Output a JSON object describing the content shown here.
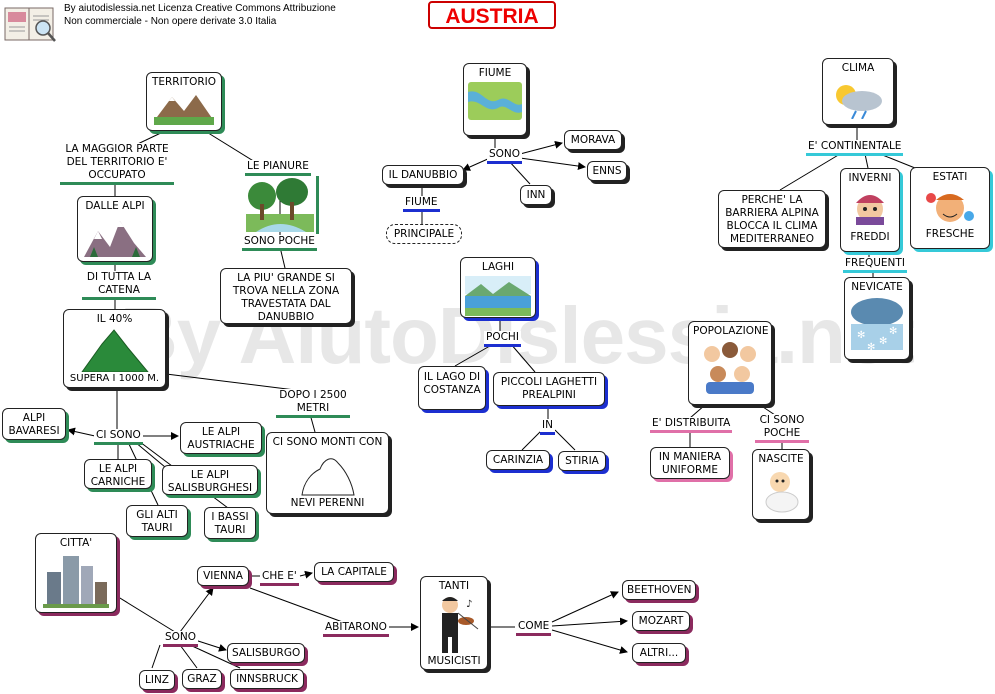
{
  "header": {
    "title": "AUSTRIA",
    "credit_line1": "By aiutodislessia.net Licenza Creative Commons Attribuzione",
    "credit_line2": "Non commerciale - Non opere derivate 3.0 Italia"
  },
  "watermark": "By AiutoDislessia.net",
  "territorio": {
    "title": "TERRITORIO",
    "maggior_parte": "LA MAGGIOR PARTE DEL TERRITORIO E' OCCUPATO",
    "dalle_alpi": "DALLE ALPI",
    "di_tutta": "DI TUTTA LA CATENA",
    "il40": "IL 40%",
    "supera": "SUPERA I 1000 M.",
    "dopo": "DOPO I 2500 METRI",
    "monti_top": "CI SONO MONTI CON",
    "monti_bottom": "NEVI PERENNI",
    "ci_sono": "CI SONO",
    "alpi_bavaresi": "ALPI BAVARESI",
    "alpi_austriache": "LE ALPI AUSTRIACHE",
    "alpi_carniche": "LE ALPI CARNICHE",
    "alpi_salisburghesi": "LE ALPI SALISBURGHESI",
    "alti_tauri": "GLI ALTI TAURI",
    "bassi_tauri": "I BASSI TAURI",
    "pianure": "LE PIANURE",
    "sono_poche": "SONO POCHE",
    "pianura_grande": "LA PIU' GRANDE SI TROVA NELLA ZONA TRAVESTATA DAL DANUBBIO"
  },
  "fiume": {
    "title": "FIUME",
    "sono": "SONO",
    "morava": "MORAVA",
    "enns": "ENNS",
    "inn": "INN",
    "danubbio": "IL DANUBBIO",
    "fiume_label": "FIUME",
    "principale": "PRINCIPALE"
  },
  "laghi": {
    "title": "LAGHI",
    "pochi": "POCHI",
    "costanza": "IL LAGO DI COSTANZA",
    "piccoli": "PICCOLI LAGHETTI PREALPINI",
    "in": "IN",
    "carinzia": "CARINZIA",
    "stiria": "STIRIA"
  },
  "clima": {
    "title": "CLIMA",
    "continentale": "E' CONTINENTALE",
    "barriera": "PERCHE' LA BARRIERA ALPINA BLOCCA IL CLIMA MEDITERRANEO",
    "inverni": "INVERNI",
    "freddi": "FREDDI",
    "estati": "ESTATI",
    "fresche": "FRESCHE",
    "frequenti": "FREQUENTI",
    "nevicate": "NEVICATE"
  },
  "popolazione": {
    "title": "POPOLAZIONE",
    "distribuita": "E' DISTRIBUITA",
    "uniforme": "IN MANIERA UNIFORME",
    "poche": "CI SONO POCHE",
    "nascite": "NASCITE"
  },
  "citta": {
    "title": "CITTA'",
    "sono": "SONO",
    "vienna": "VIENNA",
    "che_e": "CHE E'",
    "capitale": "LA CAPITALE",
    "salisburgo": "SALISBURGO",
    "innsbruck": "INNSBRUCK",
    "linz": "LINZ",
    "graz": "GRAZ",
    "abitarono": "ABITARONO",
    "tanti": "TANTI",
    "musicisti": "MUSICISTI",
    "come": "COME",
    "beethoven": "BEETHOVEN",
    "mozart": "MOZART",
    "altri": "ALTRI..."
  }
}
